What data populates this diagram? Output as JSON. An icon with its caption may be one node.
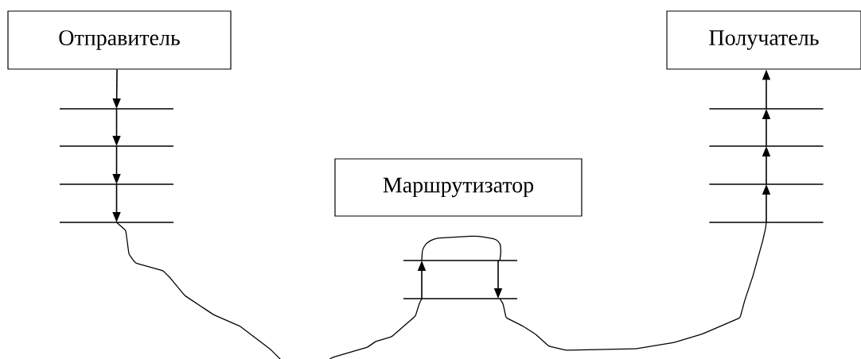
{
  "diagram": {
    "nodes": [
      {
        "text": [
          "Отправитель"
        ]
      },
      {
        "text": [
          "Получатель"
        ]
      },
      {
        "text": [],
        "shape": "line"
      },
      {
        "text": [],
        "shape": "line"
      },
      {
        "text": [],
        "shape": "line"
      },
      {
        "text": [],
        "shape": "line"
      },
      {
        "text": [],
        "shape": "line"
      },
      {
        "text": [],
        "shape": "line"
      },
      {
        "text": [],
        "shape": "line"
      },
      {
        "text": [],
        "shape": "line"
      },
      {
        "text": [
          "Маршрутизатор"
        ]
      },
      {
        "text": [],
        "shape": "line"
      },
      {
        "text": [],
        "shape": "line"
      }
    ],
    "edges": [
      {
        "from": 0,
        "to": 2,
        "arrow": "to"
      },
      {
        "from": 2,
        "to": 3,
        "arrow": "to"
      },
      {
        "from": 3,
        "to": 4,
        "arrow": "to"
      },
      {
        "from": 4,
        "to": 5,
        "arrow": "to"
      },
      {
        "from": 5,
        "to": 12,
        "arrow": "none"
      },
      {
        "from": 12,
        "to": 11,
        "arrow": "to"
      },
      {
        "from": 11,
        "to": 11,
        "arrow": "none"
      },
      {
        "from": 11,
        "to": 12,
        "arrow": "to"
      },
      {
        "from": 12,
        "to": 9,
        "arrow": "none"
      },
      {
        "from": 9,
        "to": 8,
        "arrow": "to"
      },
      {
        "from": 8,
        "to": 7,
        "arrow": "to"
      },
      {
        "from": 7,
        "to": 6,
        "arrow": "to"
      },
      {
        "from": 6,
        "to": 1,
        "arrow": "to"
      }
    ]
  }
}
